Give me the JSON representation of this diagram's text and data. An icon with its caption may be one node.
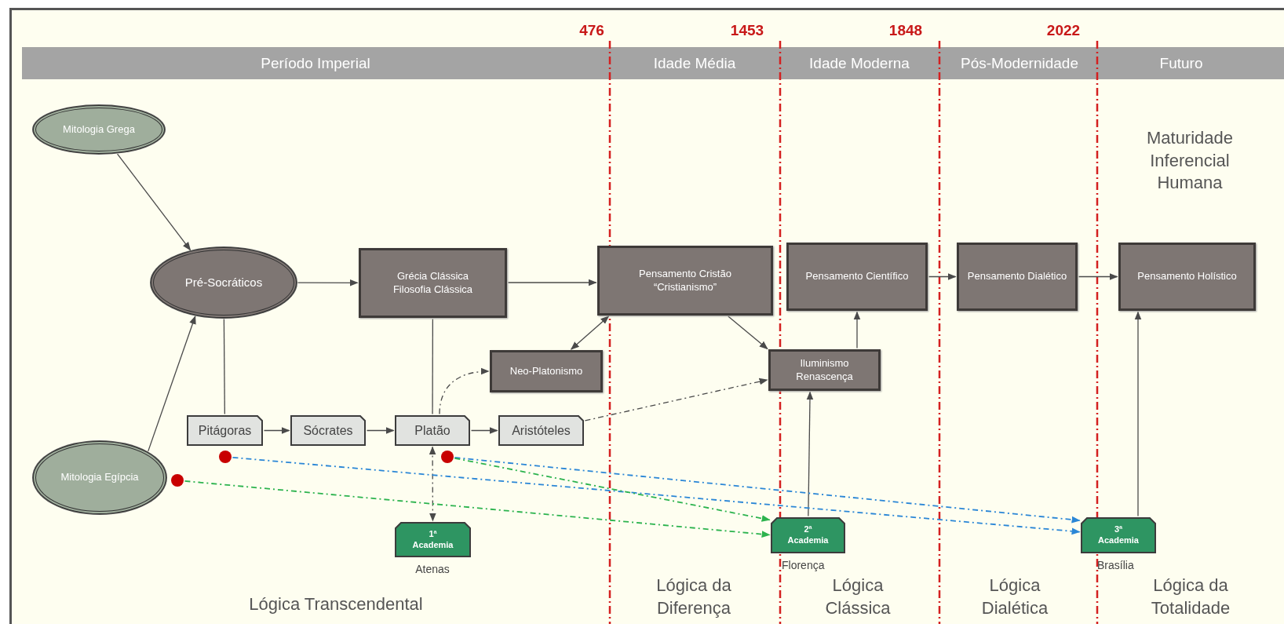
{
  "diagram": {
    "nodes": [
      {
        "text": [
          "Mitologia Grega"
        ]
      },
      {
        "text": [
          "Pré-Socráticos"
        ]
      },
      {
        "text": [
          "Grécia Clássica",
          "Filosofia Clássica"
        ]
      },
      {
        "text": [
          "Pensamento Cristão",
          "“Cristianismo”"
        ]
      },
      {
        "text": [
          "Pensamento Científico"
        ]
      },
      {
        "text": [
          "Pensamento Dialético"
        ]
      },
      {
        "text": [
          "Pensamento Holístico"
        ]
      },
      {
        "text": [
          "Neo-Platonismo"
        ]
      },
      {
        "text": [
          "Iluminismo",
          "Renascença"
        ]
      },
      {
        "text": [
          "Mitologia Egípcia"
        ]
      },
      {
        "text": [
          "Pitágoras"
        ]
      },
      {
        "text": [
          "Sócrates"
        ]
      },
      {
        "text": [
          "Platão"
        ]
      },
      {
        "text": [
          "Aristóteles"
        ]
      },
      {
        "text": [],
        "shape": "circle"
      },
      {
        "text": [],
        "shape": "circle"
      },
      {
        "text": [],
        "shape": "circle"
      },
      {
        "text": [
          "1ª Academia"
        ],
        "beside": [
          "Atenas"
        ]
      },
      {
        "text": [
          "2ª Academia"
        ],
        "beside": [
          "Florença"
        ]
      },
      {
        "text": [
          "3ª Academia"
        ],
        "beside": [
          "Brasília"
        ]
      }
    ],
    "edges": [
      {
        "from": 0,
        "to": 1,
        "arrow": "to"
      },
      {
        "from": 9,
        "to": 1,
        "arrow": "to"
      },
      {
        "from": 1,
        "to": 2,
        "arrow": "to"
      },
      {
        "from": 2,
        "to": 3,
        "arrow": "to"
      },
      {
        "from": 7,
        "to": 3,
        "arrow": "both"
      },
      {
        "from": 3,
        "to": 8,
        "arrow": "to"
      },
      {
        "from": 4,
        "to": 5,
        "arrow": "to"
      },
      {
        "from": 5,
        "to": 6,
        "arrow": "to"
      },
      {
        "from": 8,
        "to": 4,
        "arrow": "to"
      },
      {
        "from": 18,
        "to": 8,
        "arrow": "to"
      },
      {
        "from": 19,
        "to": 6,
        "arrow": "to"
      },
      {
        "from": 1,
        "to": 10,
        "arrow": "none"
      },
      {
        "from": 2,
        "to": 12,
        "arrow": "none"
      },
      {
        "from": 10,
        "to": 11,
        "arrow": "to"
      },
      {
        "from": 11,
        "to": 12,
        "arrow": "to"
      },
      {
        "from": 12,
        "to": 13,
        "arrow": "to"
      },
      {
        "from": 12,
        "to": 7,
        "arrow": "to",
        "style": "dashed"
      },
      {
        "from": 13,
        "to": 8,
        "arrow": "to",
        "style": "dashed"
      },
      {
        "from": 12,
        "to": 17,
        "arrow": "both",
        "style": "dashed"
      },
      {
        "from": 14,
        "to": 19,
        "arrow": "to",
        "style": "dashed",
        "color": "#2a86d6"
      },
      {
        "from": 15,
        "to": 19,
        "arrow": "to",
        "style": "dashed",
        "color": "#2a86d6"
      },
      {
        "from": 15,
        "to": 18,
        "arrow": "to",
        "style": "dashed",
        "color": "#2cb34e"
      },
      {
        "from": 16,
        "to": 18,
        "arrow": "to",
        "style": "dashed",
        "color": "#2cb34e"
      }
    ],
    "labels": [
      "476",
      "1453",
      "1848",
      "2022",
      "Período Imperial",
      "Idade Média",
      "Idade Moderna",
      "Pós-Modernidade",
      "Futuro",
      "Maturidade Inferencial Humana",
      "Lógica Transcendental",
      "Lógica da Diferença",
      "Lógica Clássica",
      "Lógica Dialética",
      "Lógica da Totalidade"
    ]
  }
}
